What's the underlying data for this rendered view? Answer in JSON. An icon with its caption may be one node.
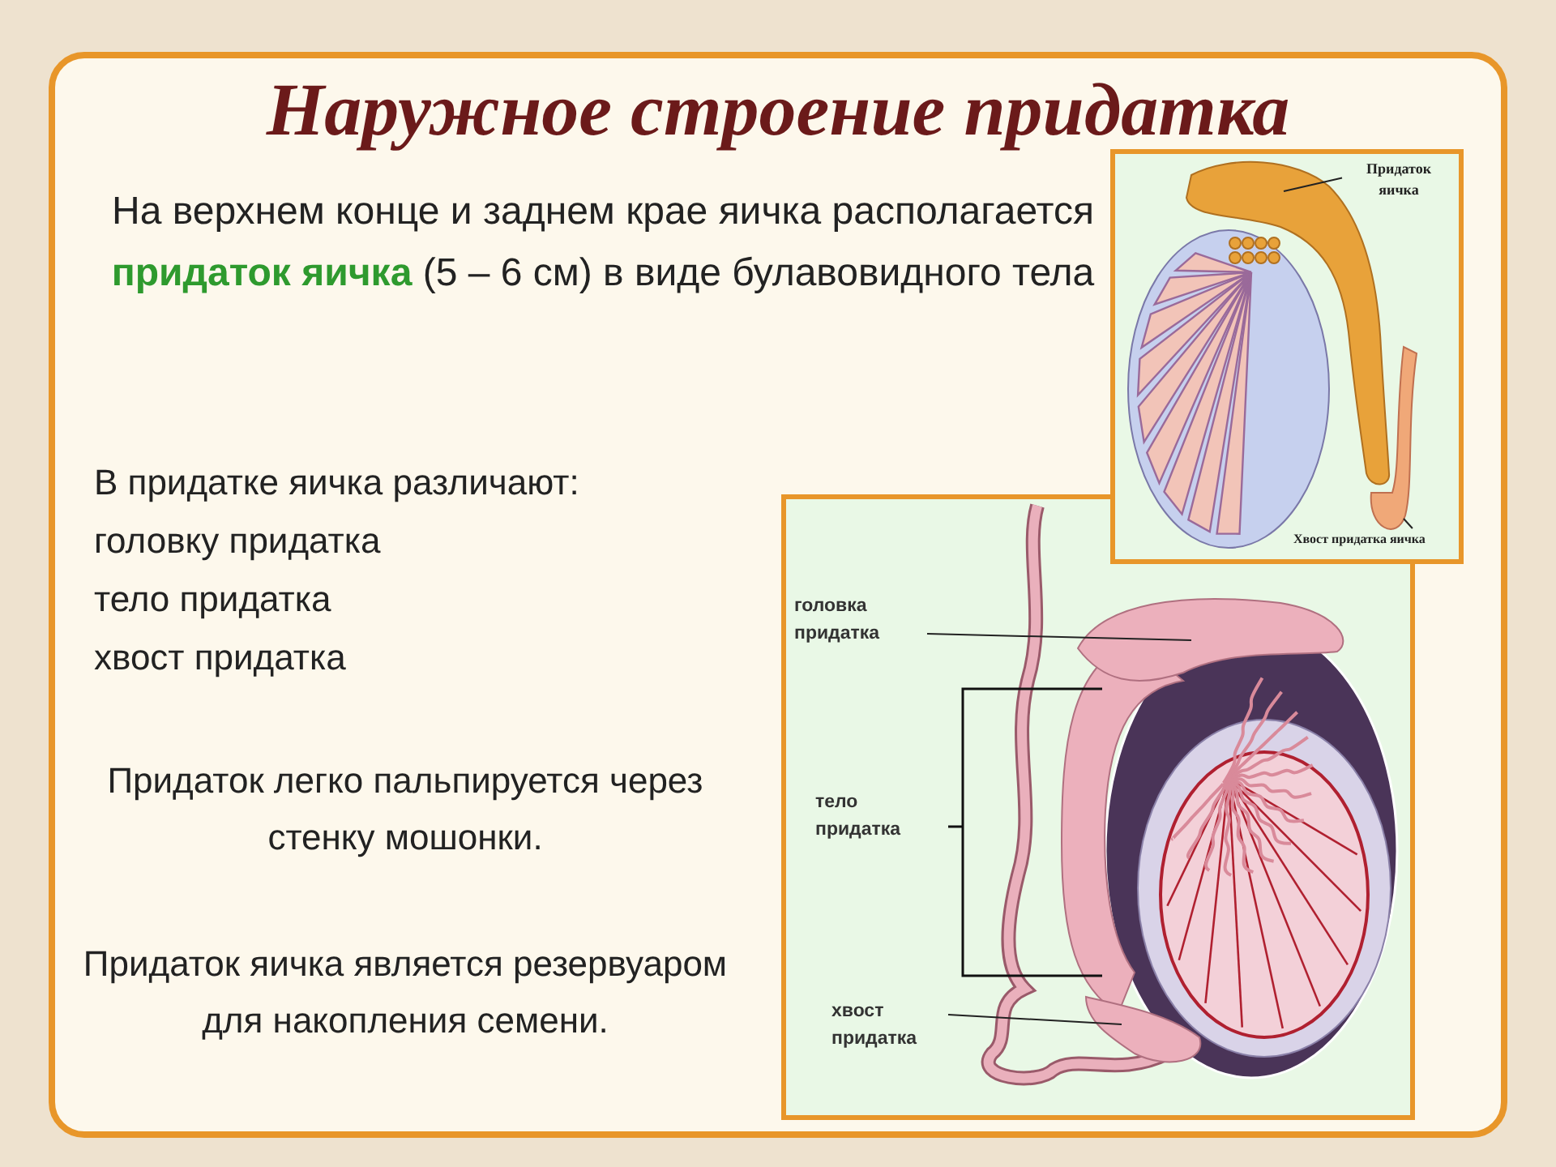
{
  "diagram": {
    "title": "Наружное строение придатка",
    "nodes": [
      {
        "text": [
          "Придаток яичка"
        ]
      },
      {
        "text": [],
        "shape": "picture"
      },
      {
        "text": [
          "Хвост придатка яичка"
        ]
      },
      {
        "text": [],
        "shape": "picture"
      },
      {
        "text": [
          "головка придатка"
        ]
      },
      {
        "text": [],
        "shape": "picture"
      },
      {
        "text": [
          "хвост придатка"
        ]
      },
      {
        "text": [],
        "shape": "picture"
      }
    ],
    "edges": [
      {
        "from": 0,
        "to": 1,
        "arrow": "none"
      },
      {
        "from": 2,
        "to": 3,
        "arrow": "none"
      },
      {
        "from": 4,
        "to": 5,
        "arrow": "none"
      },
      {
        "from": 6,
        "to": 7,
        "arrow": "none"
      }
    ],
    "labels": [
      "На верхнем конце и заднем крае яичка располагается **придаток яичка** (5 – 6 см) в виде булавовидного тела",
      "В придатке яичка различают:",
      "головку придатка",
      "тело придатка",
      "хвост придатка",
      "Придаток легко пальпируется через стенку мошонки.",
      "Придаток яичка является резервуаром для накопления семени.",
      "тело придатка"
    ]
  }
}
